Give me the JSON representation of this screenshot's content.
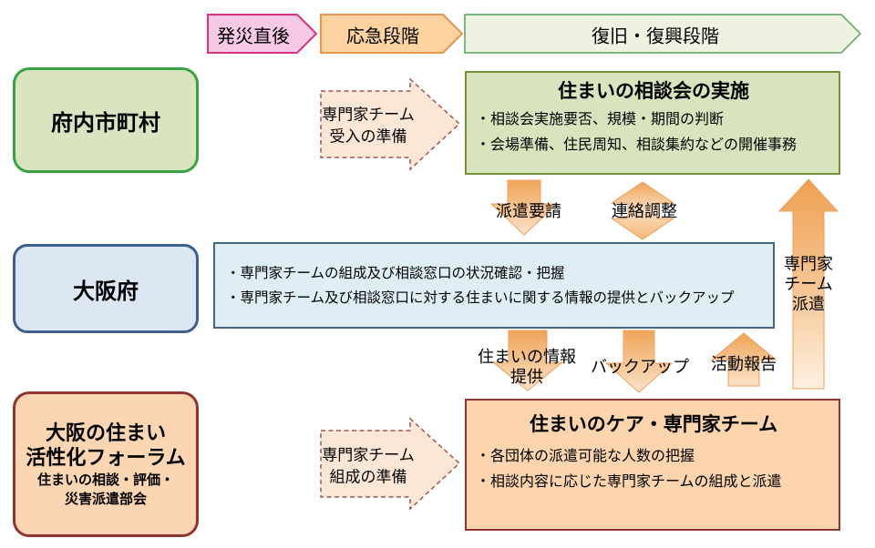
{
  "banner": {
    "phase1": "発災直後",
    "phase2": "応急段階",
    "phase3": "復旧・復興段階"
  },
  "actors": {
    "municipalities": "府内市町村",
    "osaka_pref": "大阪府",
    "forum_line1": "大阪の住まい",
    "forum_line2": "活性化フォーラム",
    "forum_sub1": "住まいの相談・評価・",
    "forum_sub2": "災害派遣部会"
  },
  "consultation_box": {
    "title": "住まいの相談会の実施",
    "bullets": [
      "・相談会実施要否、規模・期間の判断",
      "・会場準備、住民周知、相談集約などの開催事務"
    ]
  },
  "pref_box": {
    "bullets": [
      "・専門家チームの組成及び相談窓口の状況確認・把握",
      "・専門家チーム及び相談窓口に対する住まいに関する情報の提供とバックアップ"
    ]
  },
  "team_box": {
    "title": "住まいのケア・専門家チーム",
    "bullets": [
      "・各団体の派遣可能な人数の把握",
      "・相談内容に応じた専門家チームの組成と派遣"
    ]
  },
  "arrows": {
    "prep_accept_line1": "専門家チーム",
    "prep_accept_line2": "受入の準備",
    "prep_form_line1": "専門家チーム",
    "prep_form_line2": "組成の準備",
    "dispatch_request": "派遣要請",
    "liaison": "連絡調整",
    "housing_info_line1": "住まいの情報",
    "housing_info_line2": "提供",
    "backup": "バックアップ",
    "activity_report": "活動報告",
    "team_dispatch_line1": "専門家",
    "team_dispatch_line2": "チーム",
    "team_dispatch_line3": "派遣"
  },
  "colors": {
    "phase1_fill": "#f8c9e5",
    "phase1_border": "#d63384",
    "phase2_fill": "#fbd2a0",
    "phase2_border": "#e8954e",
    "phase3_fill": "#edf3e0",
    "phase3_border": "#55a555",
    "municipal_fill": "#d8e5c0",
    "municipal_border": "#3aa244",
    "pref_fill": "#dce7f3",
    "pref_border": "#3c5f8c",
    "forum_fill": "#fcd6b2",
    "forum_border": "#8e3431",
    "consult_fill": "#d8e4be",
    "consult_border": "#77923c",
    "prefbox_fill": "#dfeef4",
    "prefbox_border": "#46687f",
    "team_fill": "#fcd4ad",
    "team_border": "#8e3431",
    "arrow_orange_dark": "#f0a458",
    "arrow_orange_light": "#fbe3c9",
    "dashed_fill": "#fce7d7",
    "dashed_border": "#a5544e"
  }
}
